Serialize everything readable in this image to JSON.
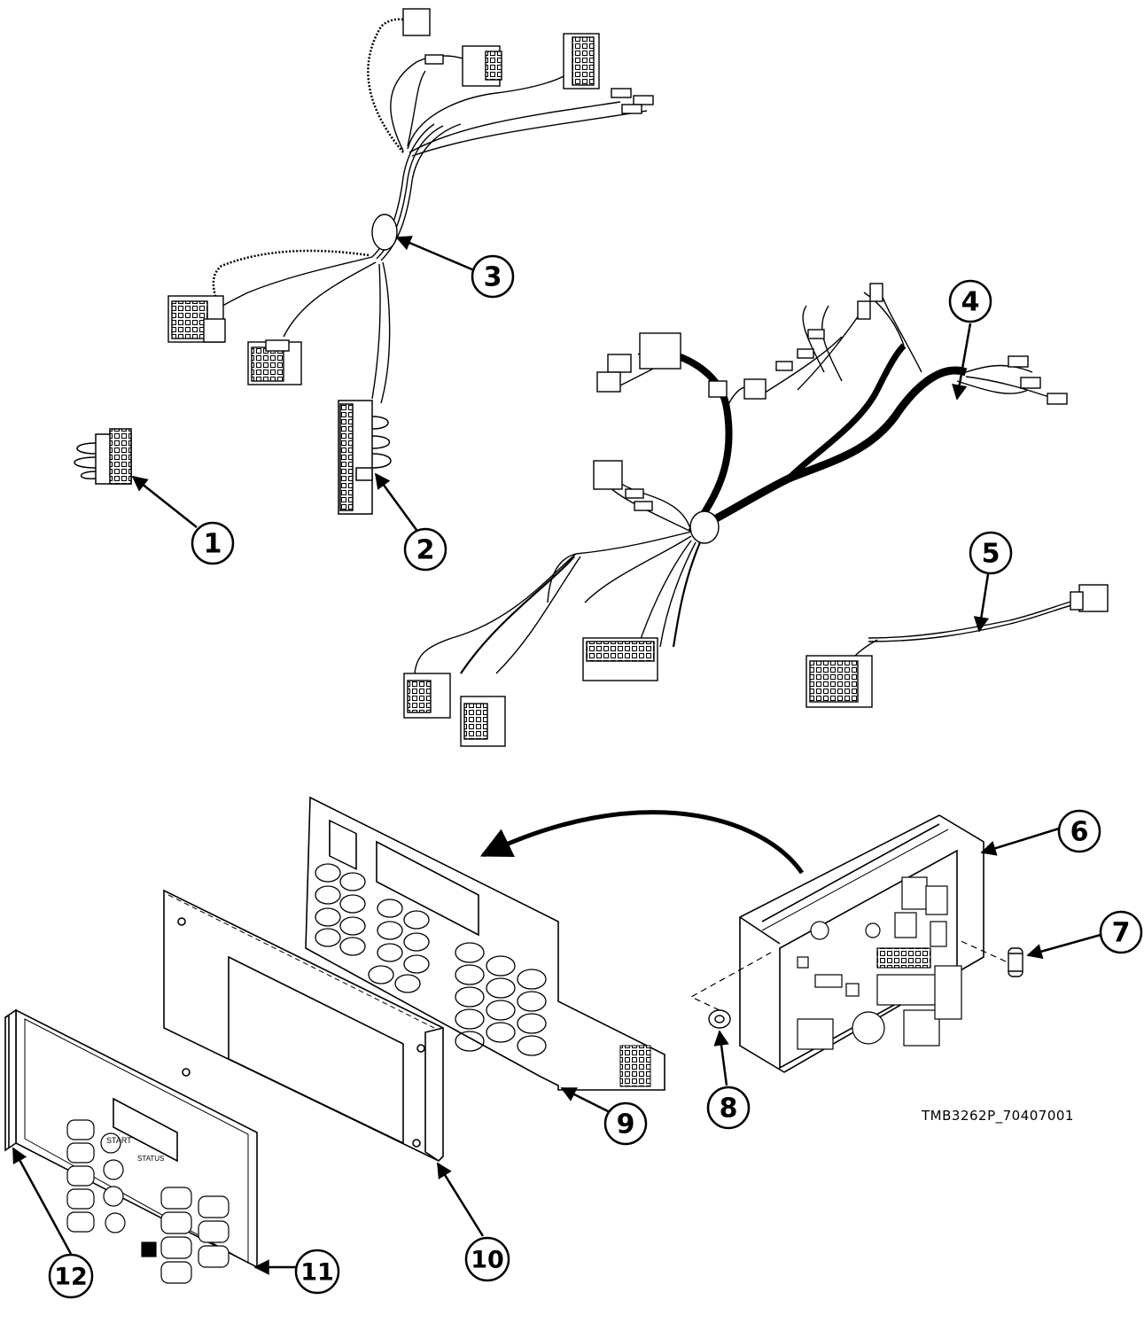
{
  "figure_id": "TMB3262P_70407001",
  "callouts": [
    "1",
    "2",
    "3",
    "4",
    "5",
    "6",
    "7",
    "8",
    "9",
    "10",
    "11",
    "12"
  ],
  "panel_labels": {
    "start": "START",
    "status": "STATUS"
  },
  "colors": {
    "ink": "#000000",
    "paper": "#ffffff"
  }
}
